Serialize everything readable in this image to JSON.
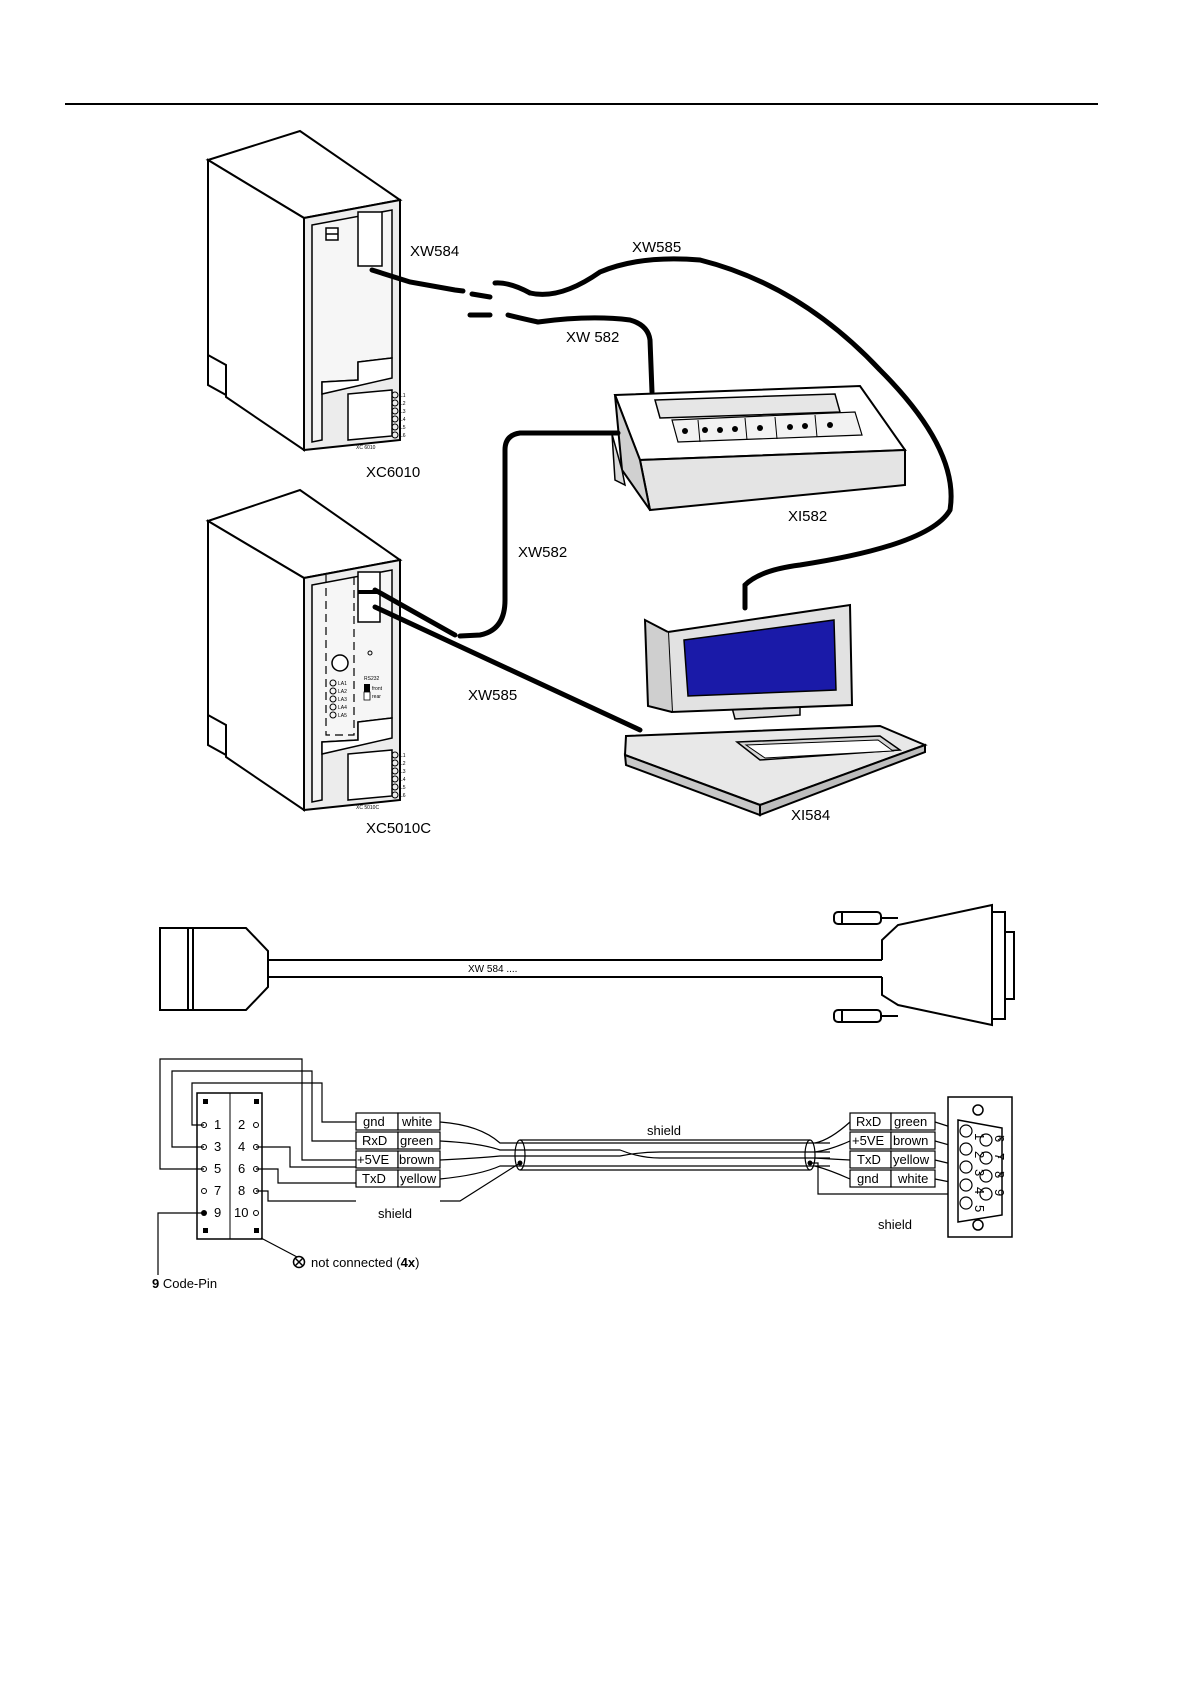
{
  "top_diagram": {
    "labels": {
      "xw584": "XW584",
      "xw585_top": "XW585",
      "xw582_top": "XW 582",
      "xc6010": "XC6010",
      "xi582": "XI582",
      "xw582_mid": "XW582",
      "xw585_mid": "XW585",
      "xc5010c": "XC5010C",
      "xi584": "XI584"
    },
    "xc6010_leds": [
      "L1",
      "L2",
      "L3",
      "L4",
      "L5",
      "L6"
    ],
    "xc6010_model": "XC 6010",
    "xc5010c_la_leds": [
      "LA1",
      "LA2",
      "LA3",
      "LA4",
      "LA5"
    ],
    "xc5010c_leds": [
      "L1",
      "L2",
      "L3",
      "L4",
      "L5",
      "L6"
    ],
    "xc5010c_model": "XC 5010C",
    "xc5010c_rs232": "RS232",
    "xc5010c_switch_front": "front",
    "xc5010c_switch_rear": "rear",
    "screen_color": "#1a1aa8"
  },
  "cable": {
    "label": "XW 584  ...."
  },
  "wiring": {
    "left_pins": [
      [
        "1",
        "2"
      ],
      [
        "3",
        "4"
      ],
      [
        "5",
        "6"
      ],
      [
        "7",
        "8"
      ],
      [
        "9",
        "10"
      ]
    ],
    "left_wires": [
      {
        "signal": "gnd",
        "color": "white"
      },
      {
        "signal": "RxD",
        "color": "green"
      },
      {
        "signal": "+5VE",
        "color": "brown"
      },
      {
        "signal": "TxD",
        "color": "yellow"
      }
    ],
    "right_wires": [
      {
        "signal": "RxD",
        "color": "green"
      },
      {
        "signal": "+5VE",
        "color": "brown"
      },
      {
        "signal": "TxD",
        "color": "yellow"
      },
      {
        "signal": "gnd",
        "color": "white"
      }
    ],
    "shield_center": "shield",
    "shield_left": "shield",
    "shield_right": "shield",
    "dsub_pins_left": [
      "1",
      "2",
      "3",
      "4",
      "5"
    ],
    "dsub_pins_right": [
      "6",
      "7",
      "8",
      "9"
    ],
    "not_connected_text": "not connected (",
    "not_connected_count": "4x",
    "not_connected_close": ")",
    "code_pin_number": "9",
    "code_pin_text": " Code-Pin"
  }
}
